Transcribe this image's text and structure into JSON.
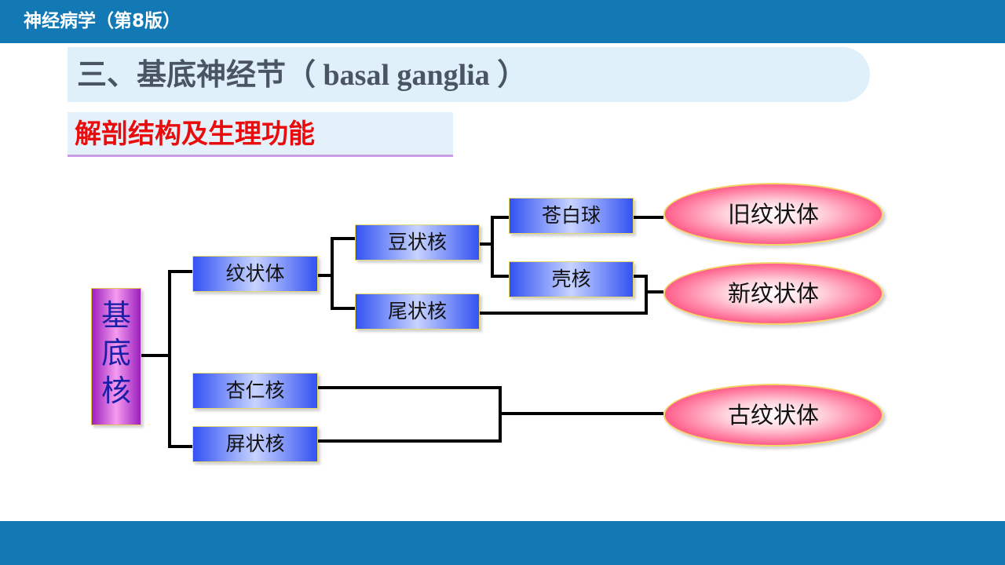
{
  "header": {
    "course": "神经病学（第8版）"
  },
  "title": {
    "prefix": "三、基底神经节（",
    "latin": " basal ganglia ",
    "suffix": "）"
  },
  "subtitle": "解剖结构及生理功能",
  "diagram": {
    "root": "基底核",
    "nodes": {
      "striatum": "纹状体",
      "lentiform": "豆状核",
      "caudate": "尾状核",
      "globus_pallidus": "苍白球",
      "putamen": "壳核",
      "amygdala": "杏仁核",
      "claustrum": "屏状核"
    },
    "groups": {
      "paleostriatum": "旧纹状体",
      "neostriatum": "新纹状体",
      "archistriatum": "古纹状体"
    }
  },
  "colors": {
    "bar": "#1379b5",
    "title_band": "#dff0fb",
    "subtitle_text": "#e80c0c",
    "node_blue": "#3352f2",
    "root_purple": "#9c1fbf",
    "ellipse_red": "#ea0a4c",
    "connector": "#000000"
  }
}
